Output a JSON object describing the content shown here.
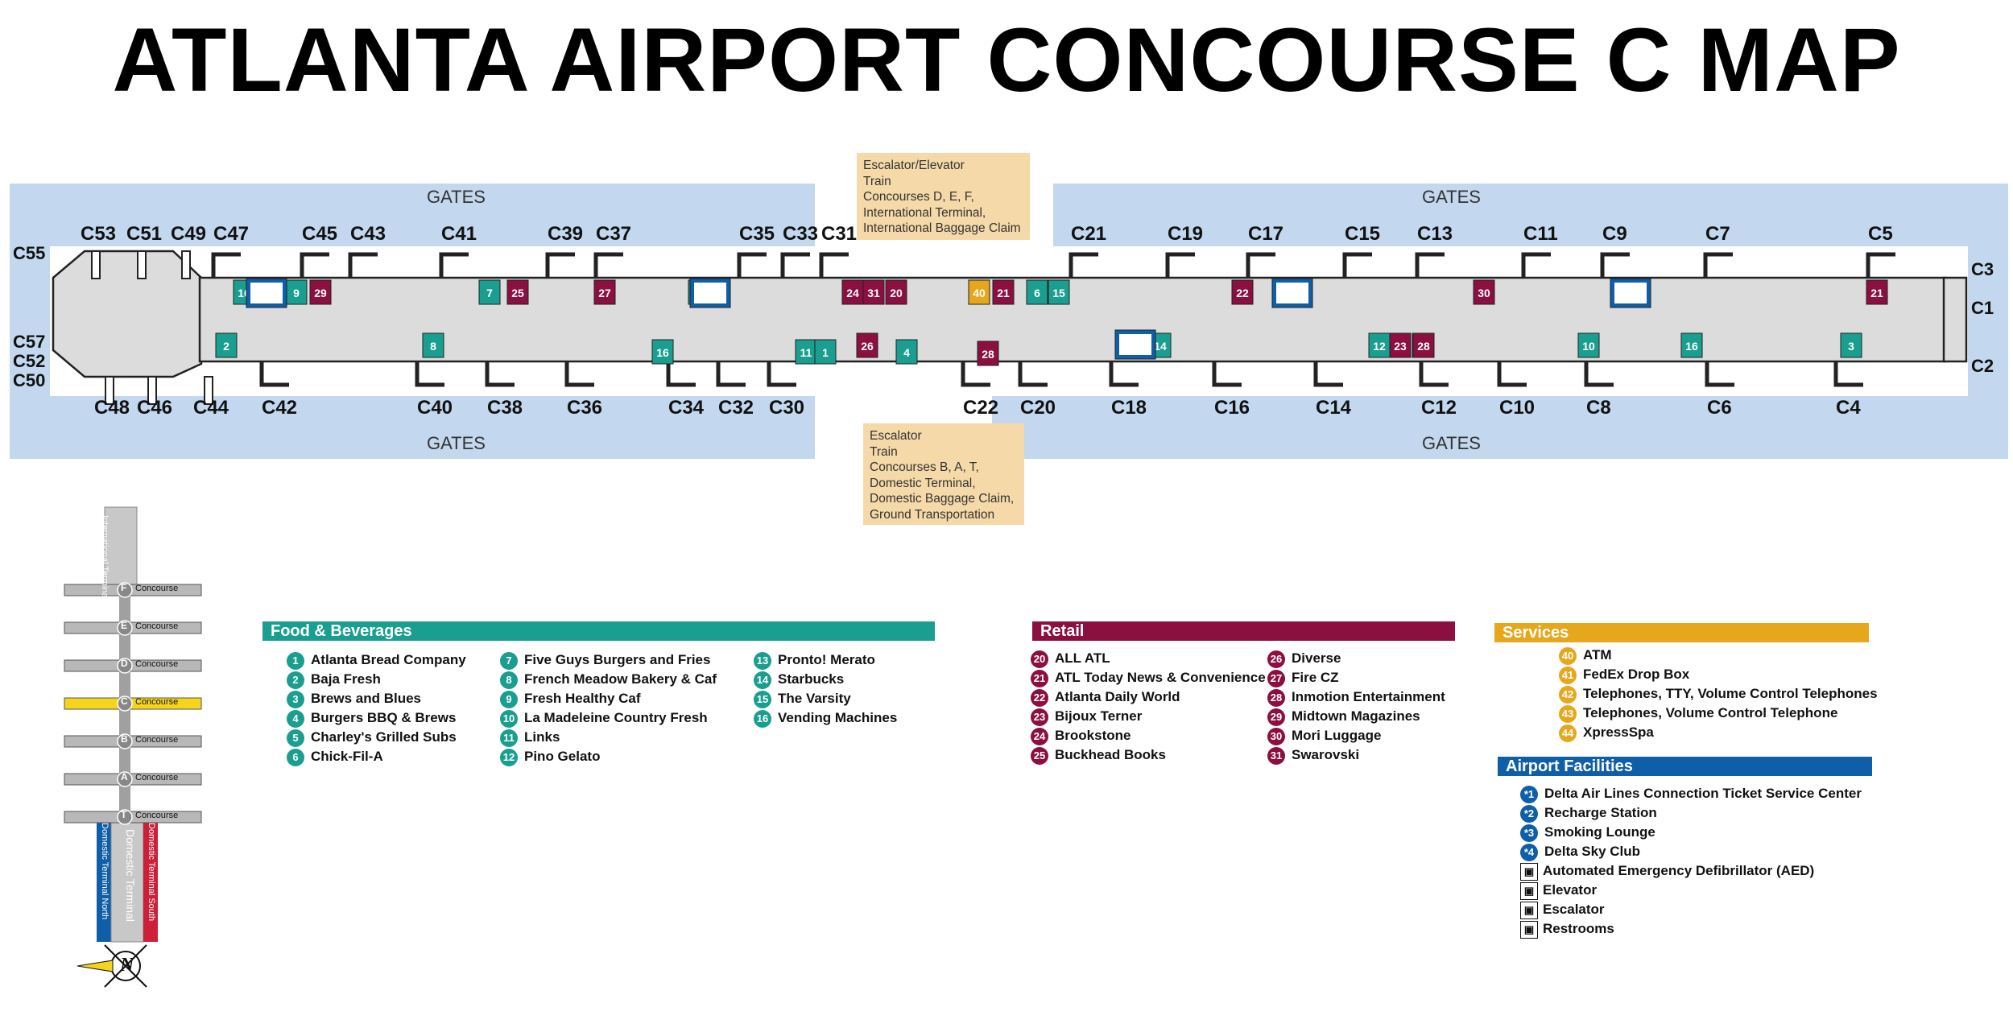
{
  "title": "ATLANTA AIRPORT CONCOURSE C MAP",
  "colors": {
    "food": "#1a9e8f",
    "retail": "#8b0f3f",
    "services": "#e6a71d",
    "facilities": "#0f5ea8",
    "gates_bg": "#c3d8ee",
    "concourse": "#dcdcdc"
  },
  "gates_label": "GATES",
  "gates_top": [
    "C53",
    "C51",
    "C49",
    "C47",
    "C45",
    "C43",
    "C41",
    "C39",
    "C37",
    "C35",
    "C33",
    "C31",
    "C21",
    "C19",
    "C17",
    "C15",
    "C13",
    "C11",
    "C9",
    "C7",
    "C5"
  ],
  "gates_bottom": [
    "C48",
    "C46",
    "C44",
    "C42",
    "C40",
    "C38",
    "C36",
    "C34",
    "C32",
    "C30",
    "C22",
    "C20",
    "C18",
    "C16",
    "C14",
    "C12",
    "C10",
    "C8",
    "C6",
    "C4"
  ],
  "gates_left": [
    "C55",
    "C57",
    "C52",
    "C50"
  ],
  "gates_right": [
    "C3",
    "C1",
    "C2"
  ],
  "callouts": {
    "top": [
      "Escalator/Elevator",
      "Train",
      "Concourses D, E, F,",
      "International Terminal,",
      "International Baggage Claim"
    ],
    "bottom": [
      "Escalator",
      "Train",
      "Concourses B, A, T,",
      "Domestic Terminal,",
      "Domestic Baggage Claim,",
      "Ground Transportation"
    ]
  },
  "mini_map": {
    "concourses": [
      "F",
      "E",
      "D",
      "C",
      "B",
      "A",
      "T"
    ],
    "concourse_word": "Concourse",
    "international_terminal": "International Terminal",
    "domestic_north": "Domestic Terminal North",
    "domestic_terminal": "Domestic Terminal",
    "domestic_south": "Domestic Terminal South",
    "compass": "N"
  },
  "legend": {
    "food": {
      "title": "Food & Beverages",
      "items": [
        {
          "n": "1",
          "name": "Atlanta Bread Company"
        },
        {
          "n": "2",
          "name": "Baja Fresh"
        },
        {
          "n": "3",
          "name": "Brews and Blues"
        },
        {
          "n": "4",
          "name": "Burgers BBQ & Brews"
        },
        {
          "n": "5",
          "name": "Charley's Grilled Subs"
        },
        {
          "n": "6",
          "name": "Chick-Fil-A"
        },
        {
          "n": "7",
          "name": "Five Guys Burgers and Fries"
        },
        {
          "n": "8",
          "name": "French Meadow Bakery & Caf"
        },
        {
          "n": "9",
          "name": "Fresh Healthy Caf"
        },
        {
          "n": "10",
          "name": "La Madeleine Country Fresh"
        },
        {
          "n": "11",
          "name": "Links"
        },
        {
          "n": "12",
          "name": "Pino Gelato"
        },
        {
          "n": "13",
          "name": "Pronto! Merato"
        },
        {
          "n": "14",
          "name": "Starbucks"
        },
        {
          "n": "15",
          "name": "The Varsity"
        },
        {
          "n": "16",
          "name": "Vending Machines"
        }
      ]
    },
    "retail": {
      "title": "Retail",
      "items": [
        {
          "n": "20",
          "name": "ALL ATL"
        },
        {
          "n": "21",
          "name": "ATL Today News & Convenience"
        },
        {
          "n": "22",
          "name": "Atlanta Daily World"
        },
        {
          "n": "23",
          "name": "Bijoux Terner"
        },
        {
          "n": "24",
          "name": "Brookstone"
        },
        {
          "n": "25",
          "name": "Buckhead Books"
        },
        {
          "n": "26",
          "name": "Diverse"
        },
        {
          "n": "27",
          "name": "Fire CZ"
        },
        {
          "n": "28",
          "name": "Inmotion Entertainment"
        },
        {
          "n": "29",
          "name": "Midtown Magazines"
        },
        {
          "n": "30",
          "name": "Mori Luggage"
        },
        {
          "n": "31",
          "name": "Swarovski"
        }
      ]
    },
    "services": {
      "title": "Services",
      "items": [
        {
          "n": "40",
          "name": "ATM"
        },
        {
          "n": "41",
          "name": "FedEx Drop Box"
        },
        {
          "n": "42",
          "name": "Telephones, TTY, Volume Control Telephones"
        },
        {
          "n": "43",
          "name": "Telephones, Volume Control Telephone"
        },
        {
          "n": "44",
          "name": "XpressSpa"
        }
      ]
    },
    "facilities": {
      "title": "Airport Facilities",
      "items": [
        {
          "n": "*1",
          "name": "Delta Air Lines Connection Ticket Service Center"
        },
        {
          "n": "*2",
          "name": "Recharge Station"
        },
        {
          "n": "*3",
          "name": "Smoking Lounge"
        },
        {
          "n": "*4",
          "name": "Delta Sky Club"
        },
        {
          "n": "",
          "name": "Automated Emergency Defibrillator (AED)"
        },
        {
          "n": "",
          "name": "Elevator"
        },
        {
          "n": "",
          "name": "Escalator"
        },
        {
          "n": "",
          "name": "Restrooms"
        }
      ]
    }
  }
}
